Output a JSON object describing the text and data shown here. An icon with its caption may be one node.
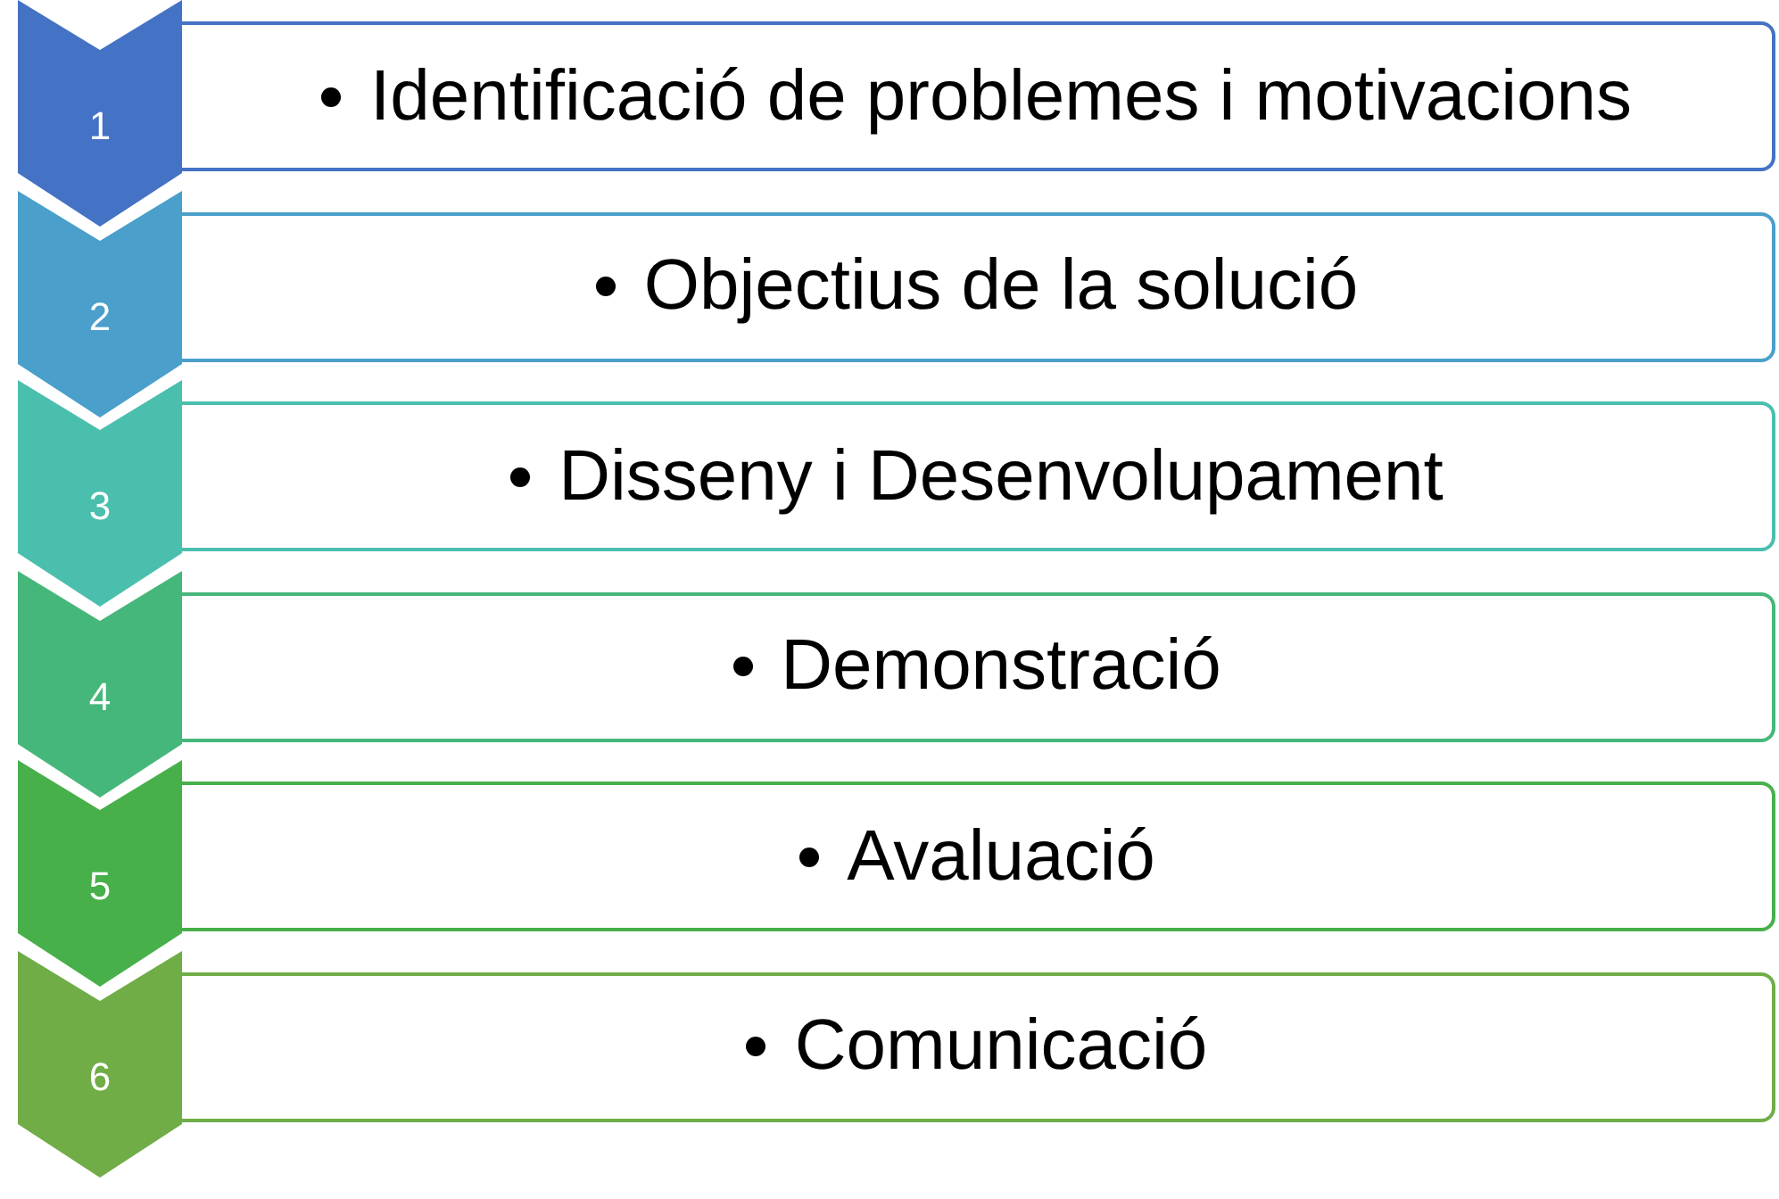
{
  "diagram": {
    "nodes": [
      {
        "text": [
          "1"
        ]
      },
      {
        "text": [
          "Identificació de problemes i motivacions"
        ]
      },
      {
        "text": [
          "2"
        ]
      },
      {
        "text": [
          "Objectius de la solució"
        ]
      },
      {
        "text": [
          "3"
        ]
      },
      {
        "text": [
          "Disseny i Desenvolupament"
        ]
      },
      {
        "text": [
          "4"
        ]
      },
      {
        "text": [
          "Demonstració"
        ]
      },
      {
        "text": [
          "5"
        ]
      },
      {
        "text": [
          "Avaluació"
        ]
      },
      {
        "text": [
          "6"
        ]
      },
      {
        "text": [
          "Comunicació"
        ]
      }
    ]
  }
}
